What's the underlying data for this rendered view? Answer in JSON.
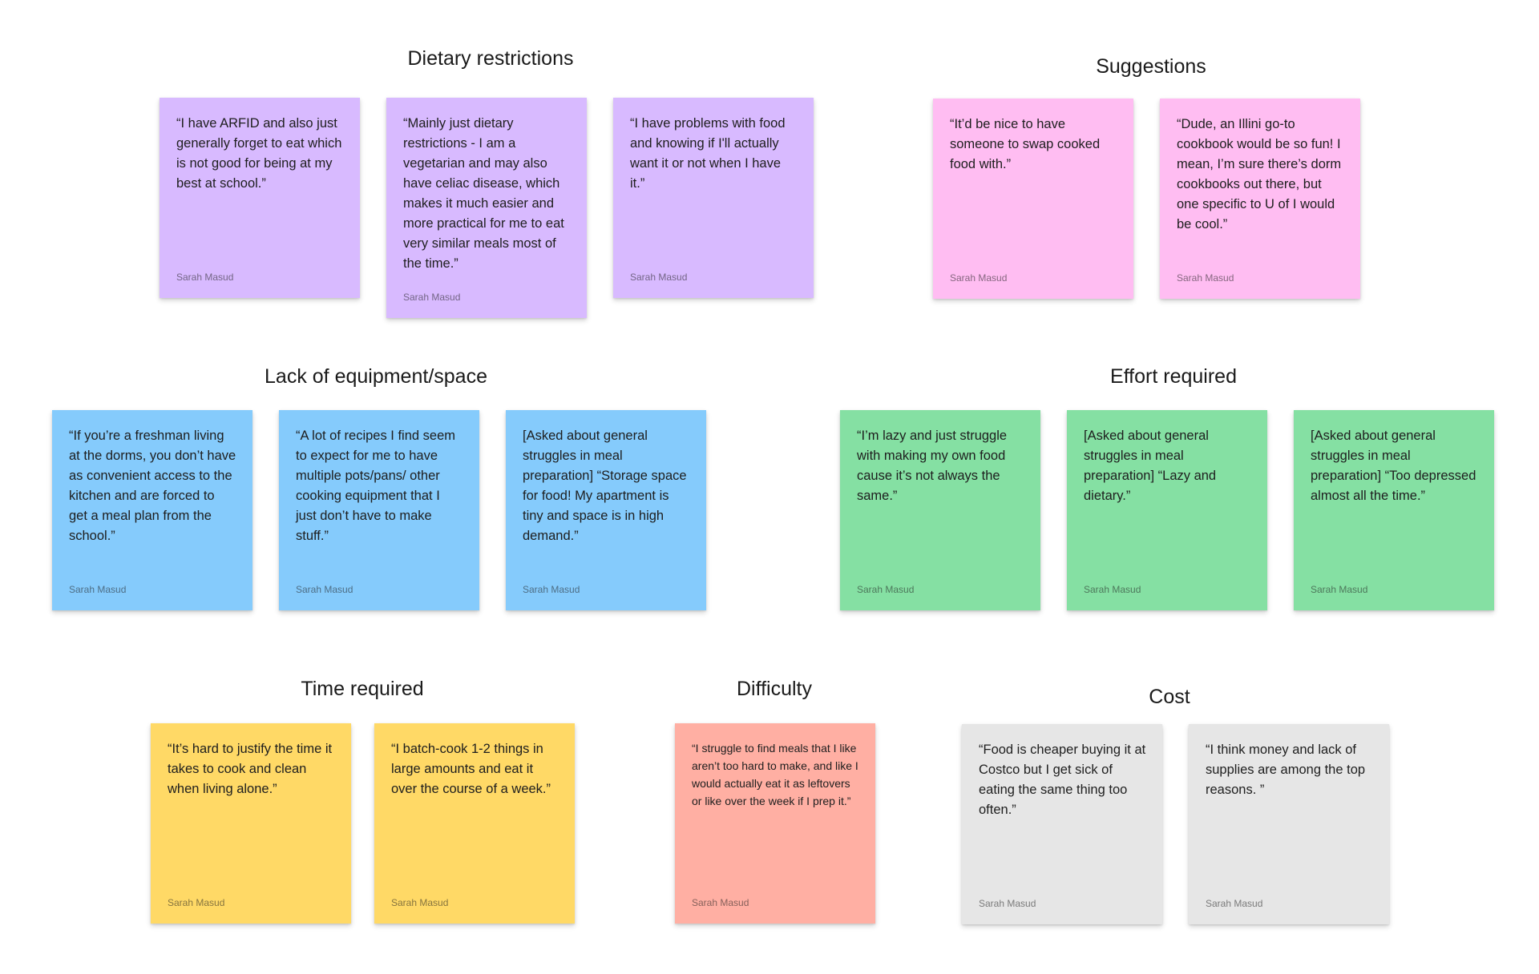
{
  "colors": {
    "purple": "#d8baff",
    "pink": "#ffbdf2",
    "blue": "#85cbfc",
    "green": "#85e0a3",
    "yellow": "#ffd966",
    "salmon": "#ffafa3",
    "gray": "#e6e6e6"
  },
  "groups": {
    "dietary": {
      "title": "Dietary restrictions",
      "notes": [
        {
          "text": "“I have ARFID and also just generally forget to eat which is not good for being at my best at school.”",
          "author": "Sarah Masud"
        },
        {
          "text": "“Mainly just dietary restrictions - I am a vegetarian and may also have celiac disease, which makes it much easier and more practical for me to eat very similar meals most of the time.”",
          "author": "Sarah Masud"
        },
        {
          "text": "“I have problems with food and knowing if I'll actually want it or not when I have it.”",
          "author": "Sarah Masud"
        }
      ]
    },
    "suggestions": {
      "title": "Suggestions",
      "notes": [
        {
          "text": "“It’d be nice to have someone to swap cooked food with.”",
          "author": "Sarah Masud"
        },
        {
          "text": "“Dude, an Illini go-to cookbook would be so fun! I mean, I’m sure there’s dorm cookbooks out there, but one specific to U of I would be cool.”",
          "author": "Sarah Masud"
        }
      ]
    },
    "equipment": {
      "title": "Lack of equipment/space",
      "notes": [
        {
          "text": "“If you’re a freshman living at the dorms, you don’t have as convenient access to the kitchen and are forced to get a meal plan from the school.”",
          "author": "Sarah Masud"
        },
        {
          "text": "“A lot of recipes I find seem to expect for me to have multiple pots/pans/ other cooking equipment that I just don’t have to make stuff.”",
          "author": "Sarah Masud"
        },
        {
          "text": "[Asked about general struggles in meal preparation] “Storage space for food! My apartment is tiny and space is in high demand.”",
          "author": "Sarah Masud"
        }
      ]
    },
    "effort": {
      "title": "Effort required",
      "notes": [
        {
          "text": "“I’m lazy and just struggle with making my own food cause it’s not always the same.”",
          "author": "Sarah Masud"
        },
        {
          "text": "[Asked about general struggles in meal preparation] “Lazy and dietary.”",
          "author": "Sarah Masud"
        },
        {
          "text": "[Asked about general struggles in meal preparation] “Too depressed almost all the time.”",
          "author": "Sarah Masud"
        }
      ]
    },
    "time": {
      "title": "Time required",
      "notes": [
        {
          "text": "“It’s hard to justify the time it takes to cook and clean when living alone.”",
          "author": "Sarah Masud"
        },
        {
          "text": "“I batch-cook 1-2 things in large amounts and eat it over the course of a week.”",
          "author": "Sarah Masud"
        }
      ]
    },
    "difficulty": {
      "title": "Difficulty",
      "notes": [
        {
          "text": "“I struggle to find meals that I like aren’t too hard to make, and like I would actually eat it as leftovers or like over the week if I prep it.”",
          "author": "Sarah Masud"
        }
      ]
    },
    "cost": {
      "title": "Cost",
      "notes": [
        {
          "text": "“Food is cheaper buying it at Costco but I get sick of eating the same thing too often.”",
          "author": "Sarah Masud"
        },
        {
          "text": "“I think money and lack of supplies are among the top reasons. ”",
          "author": "Sarah Masud"
        }
      ]
    }
  }
}
